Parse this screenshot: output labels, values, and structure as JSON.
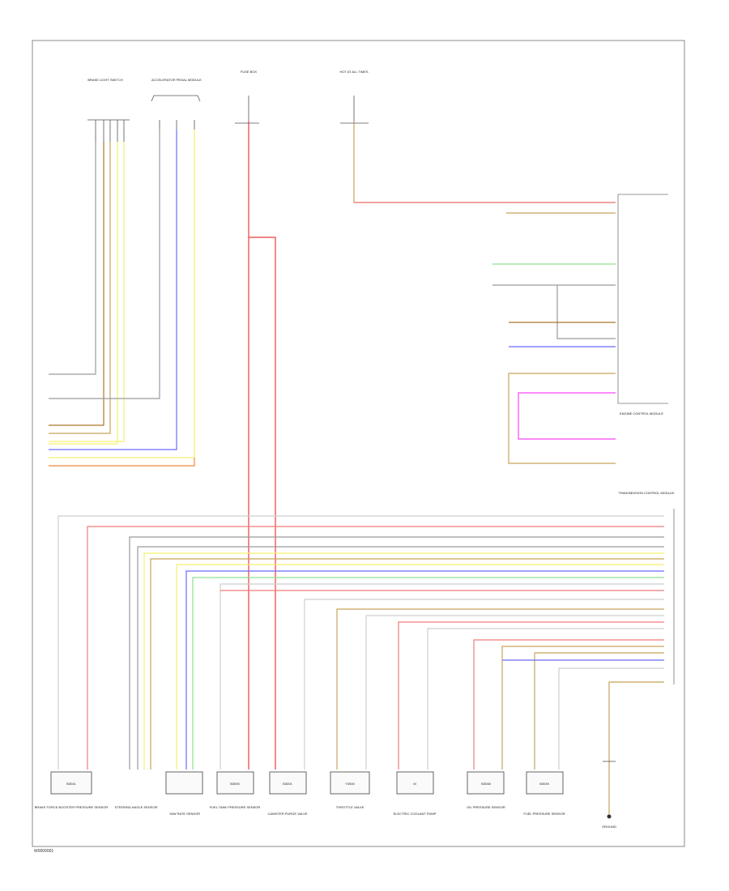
{
  "diagram": {
    "page_ref": "W0000001",
    "wire_colors": {
      "red": "#ee3b3b",
      "pink": "#f07c7c",
      "yellow": "#f5f06e",
      "blue": "#6b6bff",
      "green": "#8fe08f",
      "orange": "#ef8a3a",
      "tan": "#c8a45a",
      "brown": "#a9782a",
      "gray": "#9a9a9a",
      "magenta": "#ff44ff",
      "black": "#333333"
    },
    "bottom_components": [
      {
        "id": "c1",
        "box_label": "B3041",
        "caption": "BRAKE FORCE BOOSTER PRESSURE SENSOR"
      },
      {
        "id": "c2",
        "box_label": "",
        "caption": "STEERING ANGLE SENSOR"
      },
      {
        "id": "c3",
        "box_label": "",
        "caption": "YAW RATE SENSOR"
      },
      {
        "id": "c4",
        "box_label": "B3000",
        "caption": "FUEL TANK PRESSURE SENSOR"
      },
      {
        "id": "c5",
        "box_label": "B3001",
        "caption": "CANISTER PURGE VALVE"
      },
      {
        "id": "c6",
        "box_label": "Y3000",
        "caption": "THROTTLE VALVE"
      },
      {
        "id": "c7",
        "box_label": "M",
        "caption": "ELECTRIC COOLANT PUMP"
      },
      {
        "id": "c8",
        "box_label": "B3048",
        "caption": "OIL PRESSURE SENSOR"
      },
      {
        "id": "c9",
        "box_label": "B3049",
        "caption": "FUEL PRESSURE SENSOR"
      },
      {
        "id": "c10",
        "box_label": "",
        "caption": "GROUND"
      }
    ],
    "top_connectors": [
      {
        "id": "t1",
        "caption": "BRAKE LIGHT SWITCH"
      },
      {
        "id": "t2",
        "caption": "ACCELERATOR PEDAL MODULE"
      },
      {
        "id": "t3",
        "caption": "FUSE BOX"
      },
      {
        "id": "t4",
        "caption": "HOT AT ALL TIMES"
      }
    ],
    "right_module_captions": [
      "ENGINE CONTROL MODULE",
      "TRANSMISSION CONTROL MODULE"
    ]
  }
}
